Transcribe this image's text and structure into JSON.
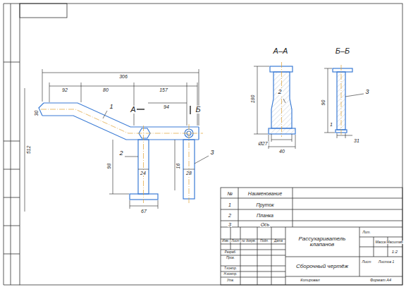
{
  "diagram": {
    "labels": [
      "92",
      "80",
      "306",
      "157",
      "94",
      "А",
      "Б",
      "1",
      "30",
      "2",
      "3",
      "98",
      "24",
      "16",
      "28",
      "67",
      "512",
      "А–А",
      "180",
      "2",
      "Ø27",
      "40",
      "Б–Б",
      "90",
      "3",
      "1",
      "31",
      "№",
      "Наименование",
      "1",
      "Пруток",
      "2",
      "Планка",
      "3",
      "Ось",
      "Рассухариватель клапанов",
      "Сборочный чертёж",
      "Лит.",
      "Масса",
      "Масштаб",
      "1:2",
      "Лист",
      "Листов 1",
      "Копировал",
      "Формат А4",
      "Изм.",
      "Лист",
      "№ докум.",
      "Подп.",
      "Дата",
      "Разраб.",
      "Пров.",
      "Т.контр.",
      "Н.контр.",
      "Утв."
    ]
  }
}
